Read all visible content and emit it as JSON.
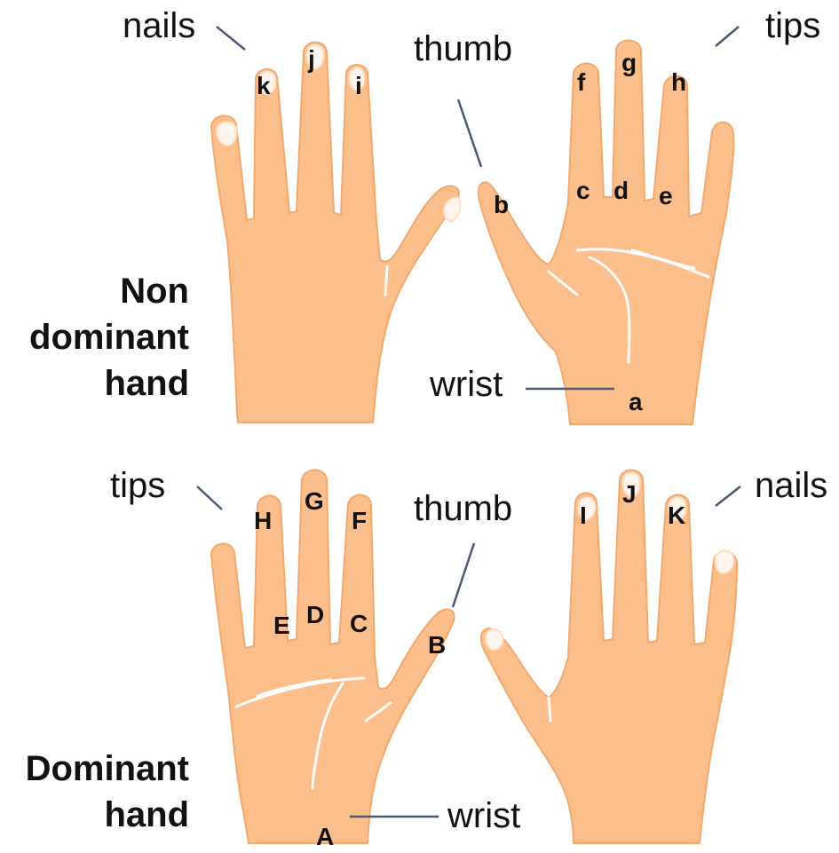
{
  "non_dominant": {
    "caption_lines": [
      "Non",
      "dominant",
      "hand"
    ],
    "terms": {
      "nails": "nails",
      "thumb": "thumb",
      "tips": "tips",
      "wrist": "wrist"
    },
    "back_letters": {
      "k": "k",
      "j": "j",
      "i": "i"
    },
    "palm_letters": {
      "f": "f",
      "g": "g",
      "h": "h",
      "c": "c",
      "d": "d",
      "e": "e",
      "b": "b",
      "a": "a"
    }
  },
  "dominant": {
    "caption_lines": [
      "Dominant",
      "hand"
    ],
    "terms": {
      "tips": "tips",
      "thumb": "thumb",
      "nails": "nails",
      "wrist": "wrist"
    },
    "palm_letters": {
      "H": "H",
      "G": "G",
      "F": "F",
      "E": "E",
      "D": "D",
      "C": "C",
      "B": "B",
      "A": "A"
    },
    "back_letters": {
      "I": "I",
      "J": "J",
      "K": "K"
    }
  },
  "colors": {
    "skin": "#fcbf8c",
    "skin_outline": "#f3a86c",
    "nail": "#fff4ec",
    "crease": "#ffffff",
    "leader_line": "#4a5a74",
    "text": "#111111"
  }
}
